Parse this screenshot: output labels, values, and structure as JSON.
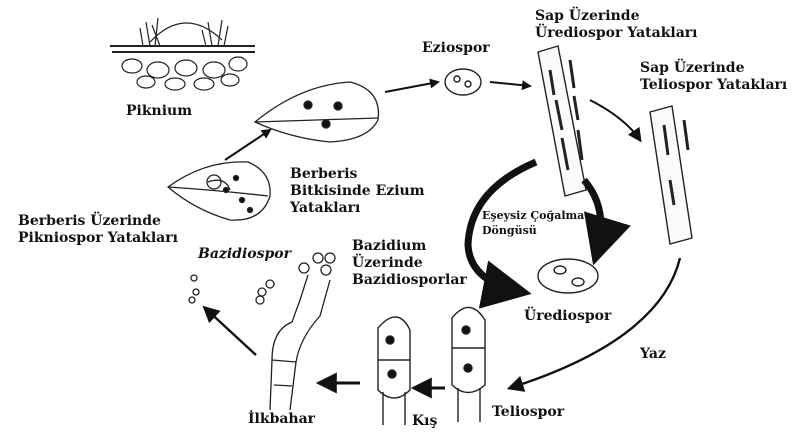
{
  "labels": {
    "piknium": "Piknium",
    "eziospor": "Eziospor",
    "sap_uredio": "Sap Üzerinde\nÜrediospor Yatakları",
    "sap_telio": "Sap Üzerinde\nTeliospor Yatakları",
    "berberis_ezium": "Berberis\nBitkisinde Ezium\nYatakları",
    "berberis_piknio": "Berberis Üzerinde\nPikniospor Yatakları",
    "bazidiospor": "Bazidiospor",
    "bazidium": "Bazidium\nÜzerinde\nBazidiosporlar",
    "eseysiz": "Eşeysiz Çoğalma\nDöngüsü",
    "urediospor": "Ürediospor",
    "yaz": "Yaz",
    "teliospor": "Teliospor",
    "kis": "Kış",
    "ilkbahar": "İlkbahar"
  }
}
